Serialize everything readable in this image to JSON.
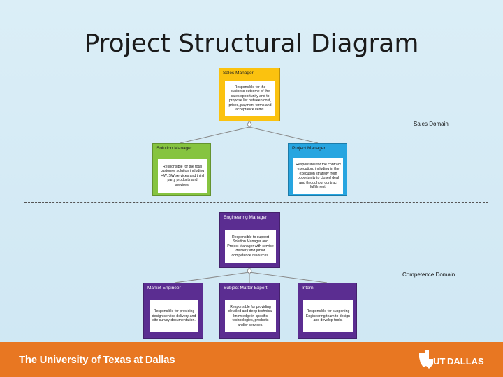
{
  "title": "Project Structural Diagram",
  "domains": {
    "sales": "Sales Domain",
    "competence": "Competence Domain"
  },
  "roles": {
    "sales_manager": {
      "title": "Sales Manager",
      "desc": "Responsible for the business outcome of the sales opportunity and to propose list between cost, prices, payment terms and acceptance items."
    },
    "solution_manager": {
      "title": "Solution Manager",
      "desc": "Responsible for the total customer solution including HW, SW services and third party products and services."
    },
    "project_manager": {
      "title": "Project Manager",
      "desc": "Responsible for the contract execution, including in the execution strategy from opportunity to closed deal and throughout contract fulfillment."
    },
    "engineering_manager": {
      "title": "Engineering Manager",
      "desc": "Responsible to support Solution Manager and Project Manager with service delivery and junior competence resources."
    },
    "market_engineer": {
      "title": "Market Engineer",
      "desc": "Responsible for providing design service delivery and site survey documentation."
    },
    "sme": {
      "title": "Subject Matter Expert",
      "desc": "Responsible for providing detailed and deep technical knowledge in specific technologies, products and/or services."
    },
    "intern": {
      "title": "Intern",
      "desc": "Responsible for supporting Engineering team to design and develop tools."
    }
  },
  "footer": {
    "university": "The University of Texas at Dallas",
    "logo_text": "UT DALLAS"
  },
  "colors": {
    "sales": "#fbc20f",
    "solution": "#86c440",
    "project": "#27a5e0",
    "competence": "#5b2d91",
    "footer": "#e87722"
  }
}
